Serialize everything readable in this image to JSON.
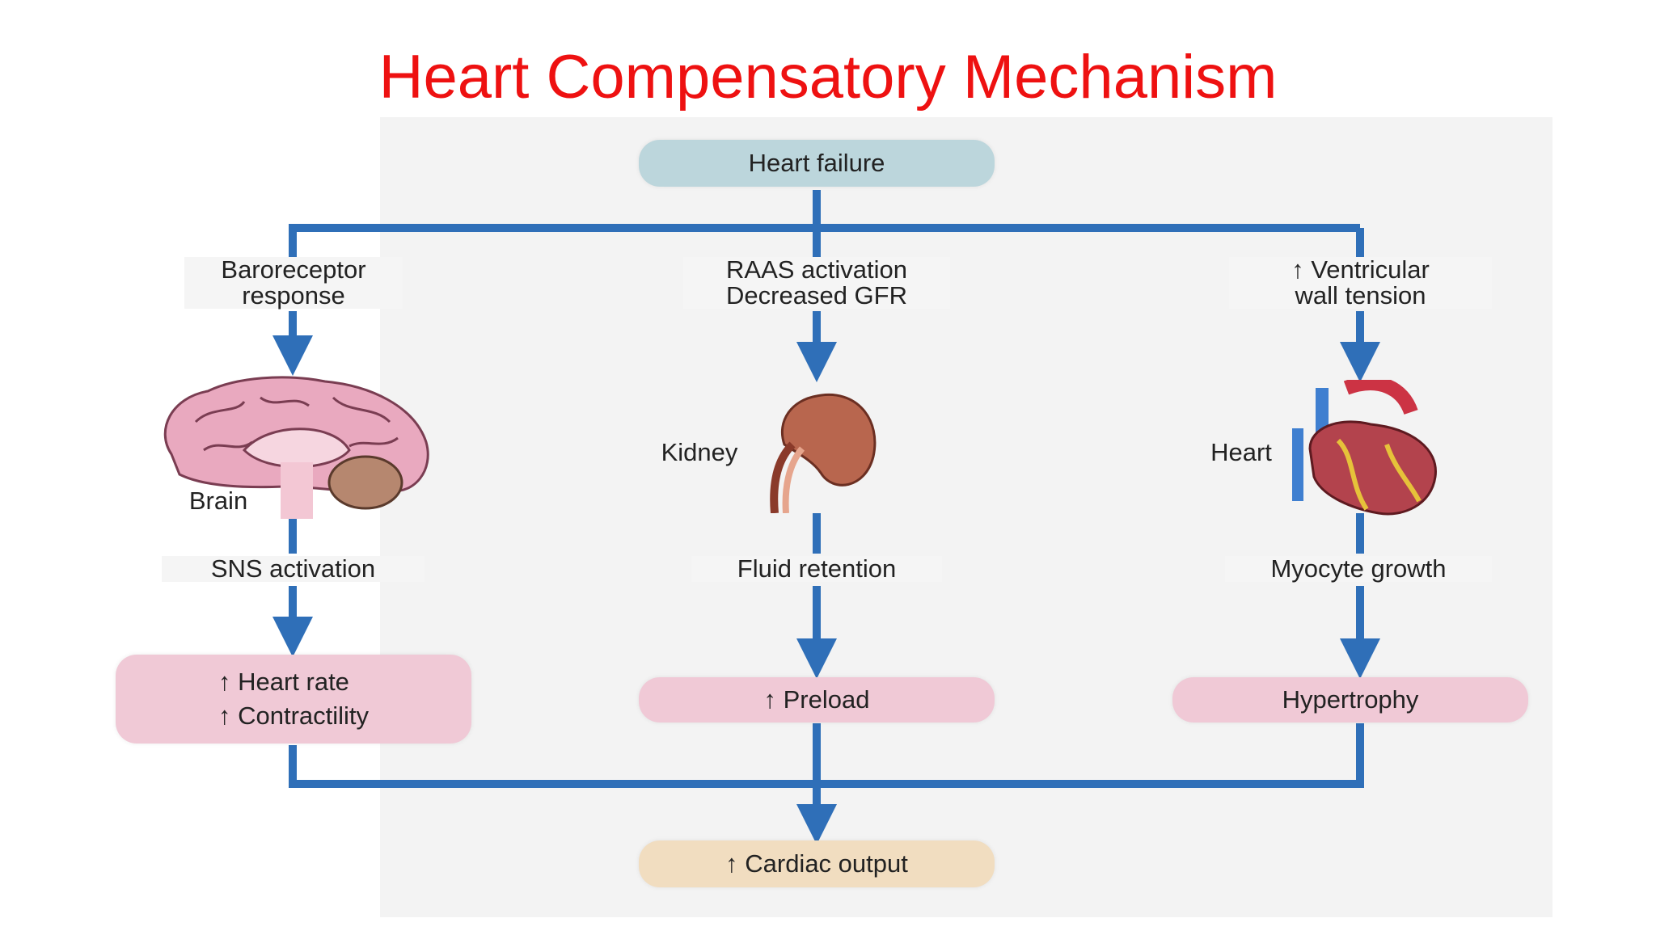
{
  "slide": {
    "title": "Heart Compensatory Mechanism"
  },
  "nodes": {
    "heart_failure": "Heart failure",
    "baroreceptor": "Baroreceptor\nresponse",
    "raas": "RAAS activation\nDecreased GFR",
    "ventricular": "↑ Ventricular\nwall tension",
    "brain": "Brain",
    "kidney": "Kidney",
    "heart": "Heart",
    "sns": "SNS activation",
    "fluid": "Fluid retention",
    "myocyte": "Myocyte growth",
    "heart_rate": "↑ Heart rate",
    "contractility": "↑ Contractility",
    "preload": "↑ Preload",
    "hypertrophy": "Hypertrophy",
    "cardiac_output": "↑ Cardiac output"
  },
  "colors": {
    "title": "#ee1111",
    "connector": "#2f6fb8",
    "box_blue": "#bcd6dc",
    "box_pink": "#f0c9d6",
    "box_tan": "#f1ddc0"
  }
}
